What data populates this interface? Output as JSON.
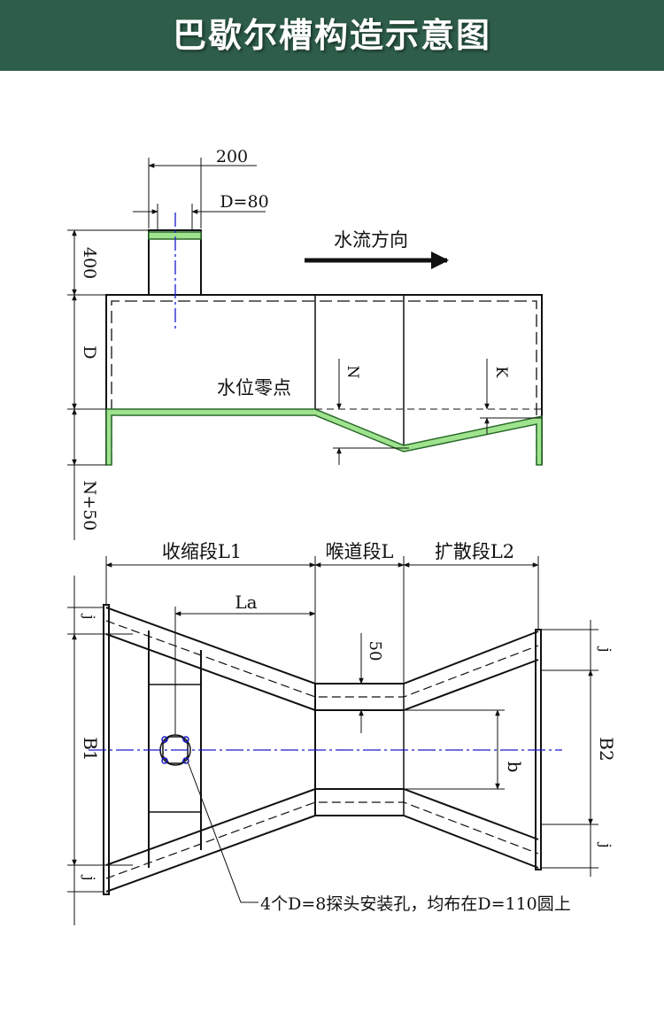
{
  "header": {
    "title": "巴歇尔槽构造示意图",
    "bg_color": "#2e5e49"
  },
  "elevation": {
    "dim_200": "200",
    "dim_d80": "D=80",
    "dim_400": "400",
    "dim_D": "D",
    "dim_N50": "N+50",
    "dim_N": "N",
    "dim_K": "K",
    "flow_direction": "水流方向",
    "water_zero": "水位零点"
  },
  "plan": {
    "section_l1": "收缩段L1",
    "section_l": "喉道段L",
    "section_l2": "扩散段L2",
    "dim_La": "La",
    "dim_50": "50",
    "dim_B1": "B1",
    "dim_B2": "B2",
    "dim_b": "b",
    "dim_j_tl": "j",
    "dim_j_bl": "j",
    "dim_j_tr": "j",
    "dim_j_br": "j",
    "probe_note": "4个D=8探头安装孔，均布在D=110圆上"
  },
  "colors": {
    "line": "#111111",
    "centerline": "#1a1acc",
    "liner_fill": "#9fe38f",
    "liner_stroke": "#2a6a2a"
  }
}
